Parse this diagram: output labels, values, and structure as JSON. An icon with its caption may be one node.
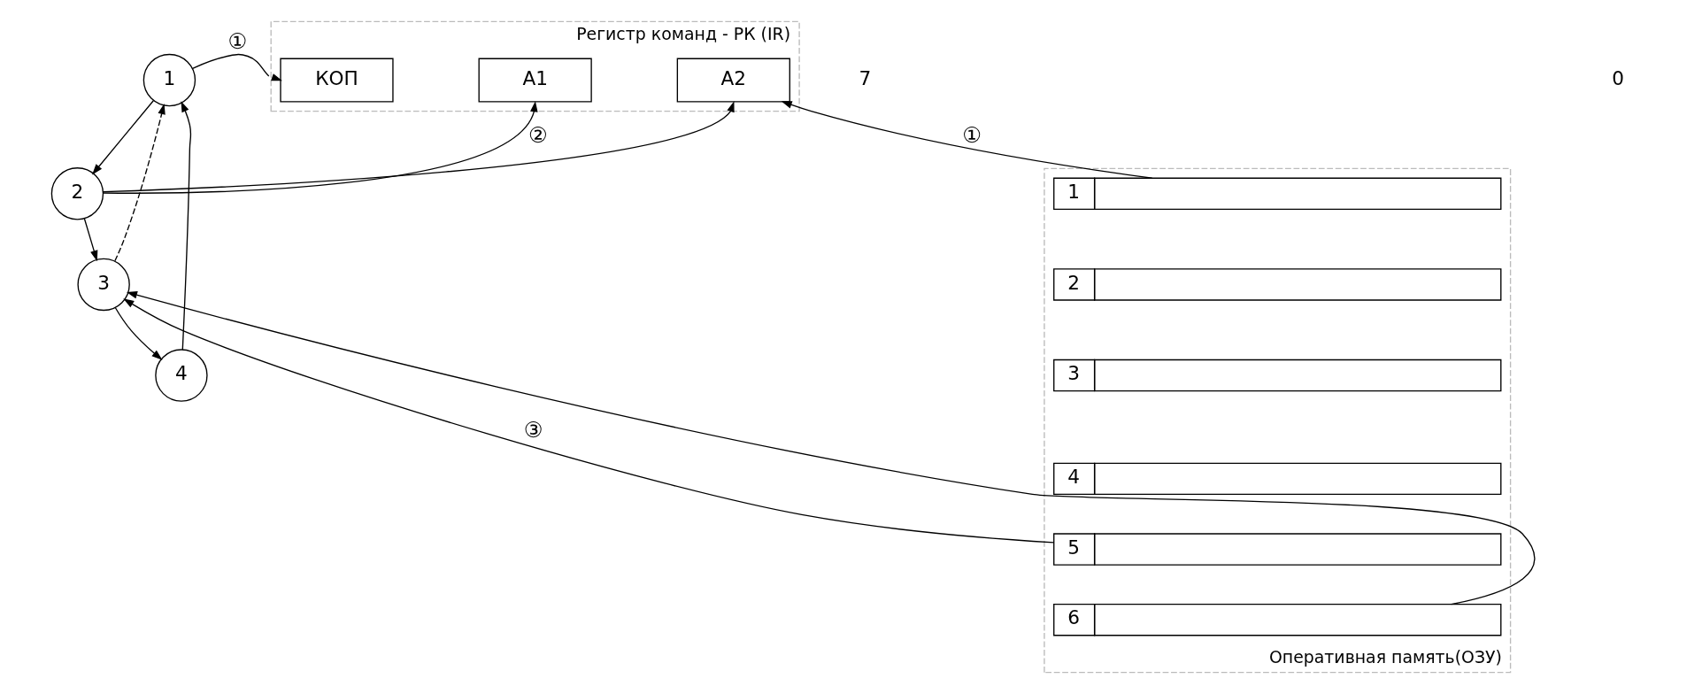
{
  "diagram": {
    "nodes": [
      {
        "text": [
          "1"
        ]
      },
      {
        "text": [
          "2"
        ]
      },
      {
        "text": [
          "3"
        ]
      },
      {
        "text": [
          "4"
        ]
      },
      {
        "text": [
          "Регистр команд - РК (IR)"
        ]
      },
      {
        "text": [
          "КОП"
        ],
        "in": 4
      },
      {
        "text": [
          "А1"
        ],
        "in": 4
      },
      {
        "text": [
          "А2"
        ],
        "in": 4
      },
      {
        "text": [
          "Оперативная память(ОЗУ)"
        ]
      },
      {
        "text": [
          "1"
        ],
        "in": 8
      },
      {
        "text": [
          "2"
        ],
        "in": 8
      },
      {
        "text": [
          "3"
        ],
        "in": 8
      },
      {
        "text": [
          "4"
        ],
        "in": 8
      },
      {
        "text": [
          "5"
        ],
        "in": 8
      },
      {
        "text": [
          "6"
        ],
        "in": 8
      }
    ],
    "edges": [
      {
        "from": 0,
        "to": 1,
        "arrow": "to"
      },
      {
        "from": 1,
        "to": 2,
        "arrow": "to"
      },
      {
        "from": 2,
        "to": 3,
        "arrow": "to"
      },
      {
        "from": 3,
        "to": 0,
        "arrow": "to"
      },
      {
        "from": 2,
        "to": 0,
        "arrow": "to",
        "style": "dashed"
      },
      {
        "from": 0,
        "to": 5,
        "arrow": "to",
        "label": "①"
      },
      {
        "from": 1,
        "to": 6,
        "arrow": "to",
        "label": "②"
      },
      {
        "from": 1,
        "to": 7,
        "arrow": "to"
      },
      {
        "from": 9,
        "to": 7,
        "arrow": "to",
        "label": "①"
      },
      {
        "from": 13,
        "to": 2,
        "arrow": "to",
        "label": "③"
      },
      {
        "from": 14,
        "to": 2,
        "arrow": "to"
      }
    ],
    "labels": [
      "7",
      "0"
    ]
  }
}
